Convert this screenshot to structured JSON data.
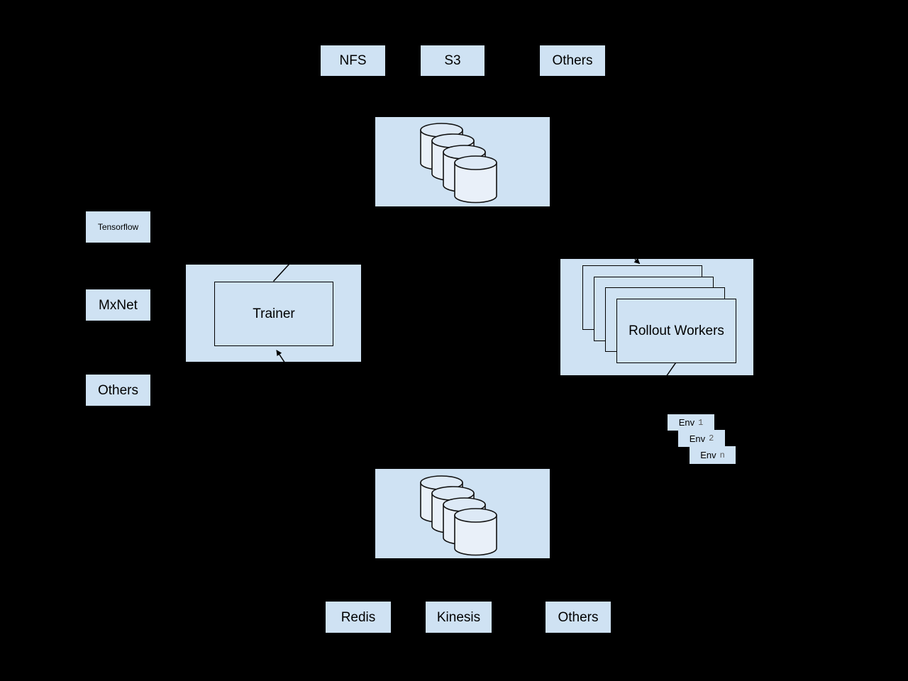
{
  "colors": {
    "background": "#000000",
    "node_fill": "#cfe2f3",
    "cylinder_body_fill": "#e9f0f9",
    "cylinder_top_fill": "#dde9f6",
    "outline": "#000000",
    "env_index_color": "#595959",
    "text": "#000000"
  },
  "top_storage_row": {
    "items": [
      {
        "label": "NFS"
      },
      {
        "label": "S3"
      },
      {
        "label": "Others"
      }
    ]
  },
  "top_storage_cluster": {
    "icon": "database-cylinders-icon",
    "cylinder_count": 4
  },
  "frameworks": {
    "items": [
      {
        "label": "Tensorflow"
      },
      {
        "label": "MxNet"
      },
      {
        "label": "Others"
      }
    ]
  },
  "trainer": {
    "label": "Trainer"
  },
  "rollout_workers": {
    "label": "Rollout Workers",
    "stack_count": 4
  },
  "environments": {
    "items": [
      {
        "label": "Env",
        "index": "1"
      },
      {
        "label": "Env",
        "index": "2"
      },
      {
        "label": "Env",
        "index": "n"
      }
    ]
  },
  "bottom_storage_cluster": {
    "icon": "database-cylinders-icon",
    "cylinder_count": 4
  },
  "bottom_storage_row": {
    "items": [
      {
        "label": "Redis"
      },
      {
        "label": "Kinesis"
      },
      {
        "label": "Others"
      }
    ]
  }
}
